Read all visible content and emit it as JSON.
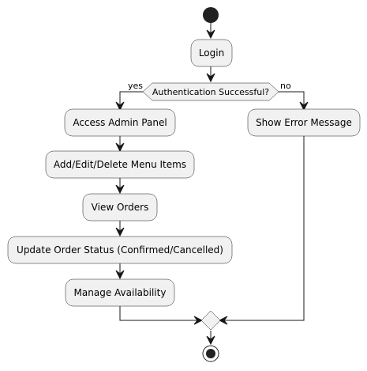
{
  "diagram": {
    "activities": {
      "login": "Login",
      "access_admin_panel": "Access Admin Panel",
      "edit_menu_items": "Add/Edit/Delete Menu Items",
      "view_orders": "View Orders",
      "update_order_status": "Update Order Status (Confirmed/Cancelled)",
      "manage_availability": "Manage Availability",
      "show_error_message": "Show Error Message"
    },
    "decision": {
      "question": "Authentication Successful?",
      "yes_label": "yes",
      "no_label": "no"
    }
  }
}
